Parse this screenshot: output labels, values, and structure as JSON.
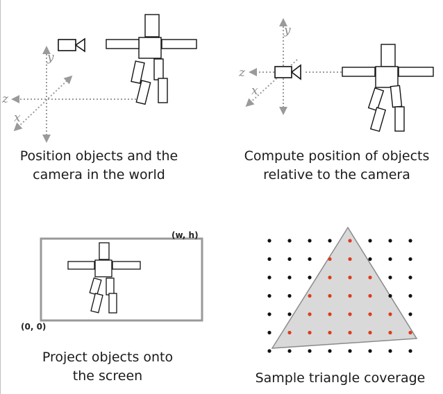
{
  "panels": {
    "world": {
      "caption_line1": "Position objects and the",
      "caption_line2": "camera in the world",
      "axes": {
        "x": "x",
        "y": "y",
        "z": "z"
      }
    },
    "camera": {
      "caption_line1": "Compute position of objects",
      "caption_line2": "relative to the camera",
      "axes": {
        "x": "x",
        "y": "y",
        "z": "z"
      }
    },
    "project": {
      "caption_line1": "Project objects onto",
      "caption_line2": "the screen",
      "corner_top_right": "(w, h)",
      "corner_bottom_left": "(0, 0)"
    },
    "sample": {
      "caption_line1": "Sample triangle coverage"
    }
  },
  "colors": {
    "axis": "#9a9a9a",
    "covered_sample": "#e03a1e",
    "uncovered_sample": "#111111",
    "triangle_fill": "#d9d9d9"
  }
}
